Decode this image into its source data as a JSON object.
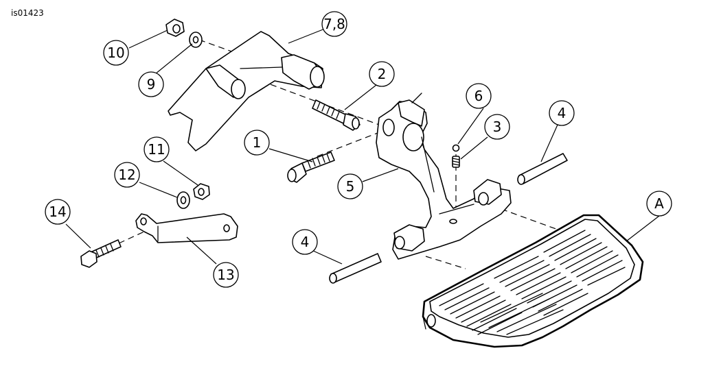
{
  "figure_id": "is01423",
  "callouts": {
    "c1": "1",
    "c2": "2",
    "c3": "3",
    "c4a": "4",
    "c4b": "4",
    "c5": "5",
    "c6": "6",
    "c78": "7,8",
    "c9": "9",
    "c10": "10",
    "c11": "11",
    "c12": "12",
    "c13": "13",
    "c14": "14",
    "cA": "A"
  }
}
